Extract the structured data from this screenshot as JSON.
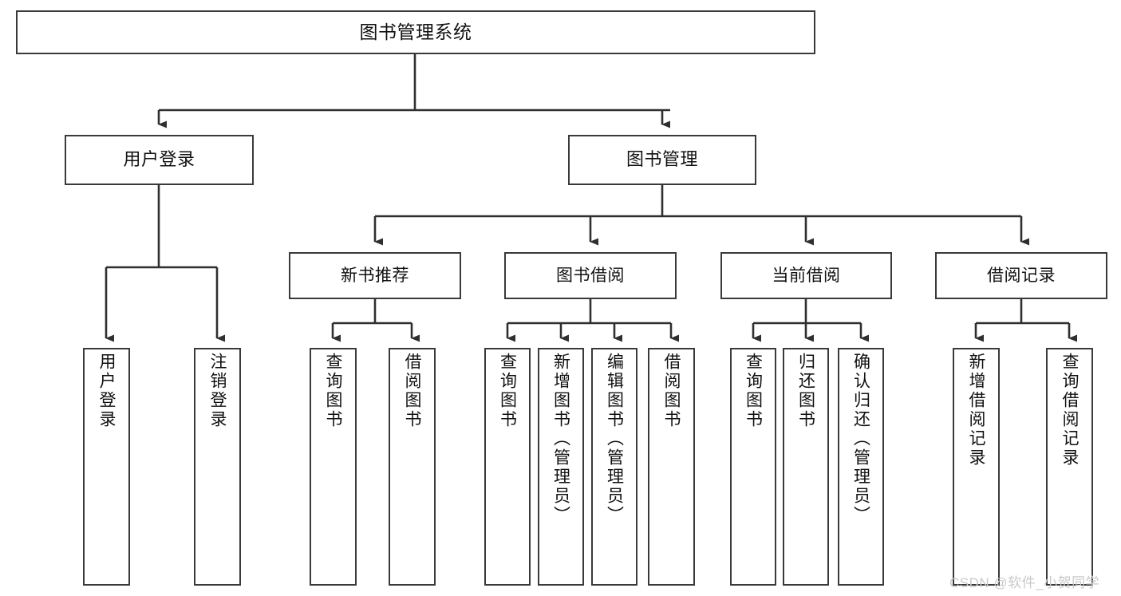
{
  "diagram": {
    "type": "tree-hierarchy",
    "title": "图书管理系统",
    "watermark": "CSDN @软件_小贺同学",
    "colors": {
      "box_border": "#3a3a3a",
      "box_fill": "#ffffff",
      "connector": "#2f2f2f",
      "text": "#111111",
      "watermark": "#c9c9c9"
    },
    "nodes": {
      "root": {
        "label": "图书管理系统",
        "level": 1
      },
      "user_login": {
        "label": "用户登录",
        "level": 2
      },
      "book_manage": {
        "label": "图书管理",
        "level": 2
      },
      "new_book_rec": {
        "label": "新书推荐",
        "level": 3
      },
      "book_borrow": {
        "label": "图书借阅",
        "level": 3
      },
      "current_borrow": {
        "label": "当前借阅",
        "level": 3
      },
      "borrow_record": {
        "label": "借阅记录",
        "level": 3
      },
      "leaf_user_login": {
        "label": "用户登录",
        "level": 4
      },
      "leaf_logout": {
        "label": "注销登录",
        "level": 4
      },
      "leaf_query_book_1": {
        "label": "查询图书",
        "level": 4
      },
      "leaf_borrow_book_1": {
        "label": "借阅图书",
        "level": 4
      },
      "leaf_query_book_2": {
        "label": "查询图书",
        "level": 4
      },
      "leaf_add_book": {
        "label": "新增图书（管理员）",
        "level": 4
      },
      "leaf_edit_book": {
        "label": "编辑图书（管理员）",
        "level": 4
      },
      "leaf_borrow_book_2": {
        "label": "借阅图书",
        "level": 4
      },
      "leaf_query_book_3": {
        "label": "查询图书",
        "level": 4
      },
      "leaf_return_book": {
        "label": "归还图书",
        "level": 4
      },
      "leaf_confirm_return": {
        "label": "确认归还（管理员）",
        "level": 4
      },
      "leaf_add_record": {
        "label": "新增借阅记录",
        "level": 4
      },
      "leaf_query_record": {
        "label": "查询借阅记录",
        "level": 4
      }
    },
    "edges": [
      {
        "from": "root",
        "to": "user_login"
      },
      {
        "from": "root",
        "to": "book_manage"
      },
      {
        "from": "book_manage",
        "to": "new_book_rec"
      },
      {
        "from": "book_manage",
        "to": "book_borrow"
      },
      {
        "from": "book_manage",
        "to": "current_borrow"
      },
      {
        "from": "book_manage",
        "to": "borrow_record"
      },
      {
        "from": "user_login",
        "to": "leaf_user_login"
      },
      {
        "from": "user_login",
        "to": "leaf_logout"
      },
      {
        "from": "new_book_rec",
        "to": "leaf_query_book_1"
      },
      {
        "from": "new_book_rec",
        "to": "leaf_borrow_book_1"
      },
      {
        "from": "book_borrow",
        "to": "leaf_query_book_2"
      },
      {
        "from": "book_borrow",
        "to": "leaf_add_book"
      },
      {
        "from": "book_borrow",
        "to": "leaf_edit_book"
      },
      {
        "from": "book_borrow",
        "to": "leaf_borrow_book_2"
      },
      {
        "from": "current_borrow",
        "to": "leaf_query_book_3"
      },
      {
        "from": "current_borrow",
        "to": "leaf_return_book"
      },
      {
        "from": "current_borrow",
        "to": "leaf_confirm_return"
      },
      {
        "from": "borrow_record",
        "to": "leaf_add_record"
      },
      {
        "from": "borrow_record",
        "to": "leaf_query_record"
      }
    ]
  }
}
